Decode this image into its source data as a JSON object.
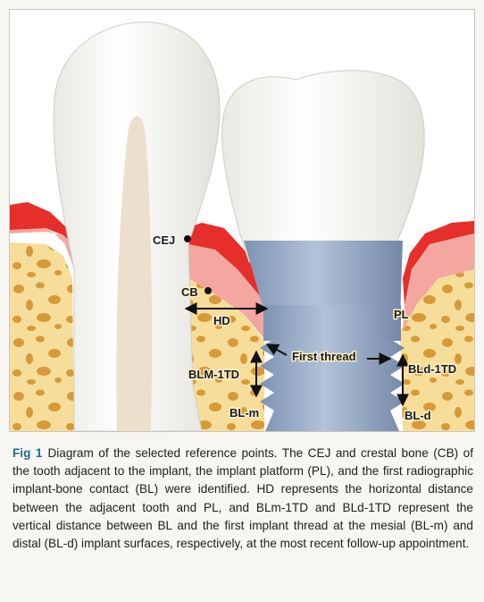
{
  "colors": {
    "bone": "#f6dd9a",
    "marrow": "#d69a3a",
    "gingiva": "#e62e2a",
    "soft_tissue": "#f3a7a0",
    "enamel": "#fbfbf8",
    "pulp": "#ecdfcd",
    "implant": "#8fa4c2",
    "caption_accent": "#1f6e8f"
  },
  "labels": {
    "cej": "CEJ",
    "cb": "CB",
    "hd": "HD",
    "pl": "PL",
    "first_thread": "First thread",
    "blm_1td": "BLM-1TD",
    "bld_1td": "BLd-1TD",
    "bl_m": "BL-m",
    "bl_d": "BL-d"
  },
  "caption": {
    "fig_label": "Fig 1",
    "text": "Diagram of the selected reference points. The CEJ and crestal bone (CB) of the tooth adjacent to the implant, the implant platform (PL), and the first radiographic implant-bone contact (BL) were identified. HD represents the horizontal distance between the adjacent tooth and PL, and BLm-1TD and BLd-1TD represent the vertical distance between BL and the first implant thread at the mesial (BL-m) and distal (BL-d) implant surfaces, respectively, at the most recent follow-up appointment."
  }
}
